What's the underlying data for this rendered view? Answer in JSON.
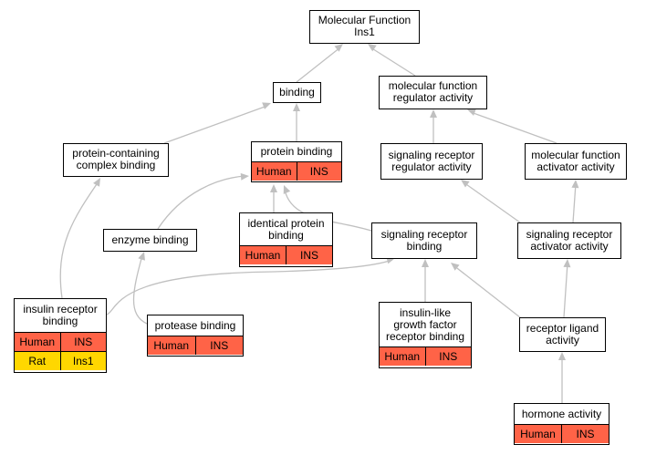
{
  "nodes": {
    "mf": "Molecular Function\nIns1",
    "binding": "binding",
    "mfra": "molecular function\nregulator activity",
    "pcb": "protein-containing\ncomplex binding",
    "pb": "protein binding",
    "srra": "signaling receptor\nregulator activity",
    "mfaa": "molecular function\nactivator activity",
    "eb": "enzyme binding",
    "ipb": "identical protein\nbinding",
    "srb": "signaling receptor\nbinding",
    "sraa": "signaling receptor\nactivator activity",
    "irb": "insulin receptor\nbinding",
    "prb": "protease binding",
    "igf": "insulin-like\ngrowth factor\nreceptor binding",
    "rla": "receptor ligand\nactivity",
    "ha": "hormone activity"
  },
  "species": {
    "human": "Human",
    "rat": "Rat"
  },
  "genes": {
    "human": "INS",
    "rat": "Ins1"
  },
  "colors": {
    "human": "#ff6347",
    "rat": "#ffd700",
    "edge": "#c0c0c0"
  }
}
